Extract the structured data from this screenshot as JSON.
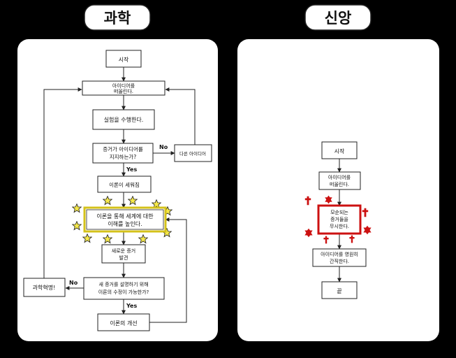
{
  "left_panel": {
    "title": "과학",
    "nodes": {
      "start": "시작",
      "idea_1": "아이디어를",
      "idea_2": "떠올린다.",
      "experiment": "실험을 수행한다.",
      "evidence_1": "증거가 아이디어를",
      "evidence_2": "지지하는가?",
      "other_idea": "다른 아이디어",
      "theory_formed": "이론이 세워짐",
      "understand_1": "이론을 통해 세계에 대한",
      "understand_2": "이해를 높인다.",
      "new_evidence_1": "새로운 증거",
      "new_evidence_2": "발견",
      "explain_1": "새 증거를 설명하기 위해",
      "explain_2": "이론의 수정이 가능한가?",
      "revolution": "과학혁명!",
      "revise": "이론의 개선"
    },
    "edge_labels": {
      "no_1": "No",
      "yes_1": "Yes",
      "no_2": "No",
      "yes_2": "Yes"
    }
  },
  "right_panel": {
    "title": "신앙",
    "nodes": {
      "start": "시작",
      "idea_1": "아이디어를",
      "idea_2": "떠올린다.",
      "ignore_1": "모순되는",
      "ignore_2": "증거들을",
      "ignore_3": "무시한다.",
      "hold_1": "아이디어를 영원히",
      "hold_2": "간직한다.",
      "end": "끝"
    }
  },
  "colors": {
    "background": "#000000",
    "panel": "#ffffff",
    "star": "#f5e84a",
    "highlight_border": "#d4c21a",
    "religious_red": "#cc1111"
  }
}
